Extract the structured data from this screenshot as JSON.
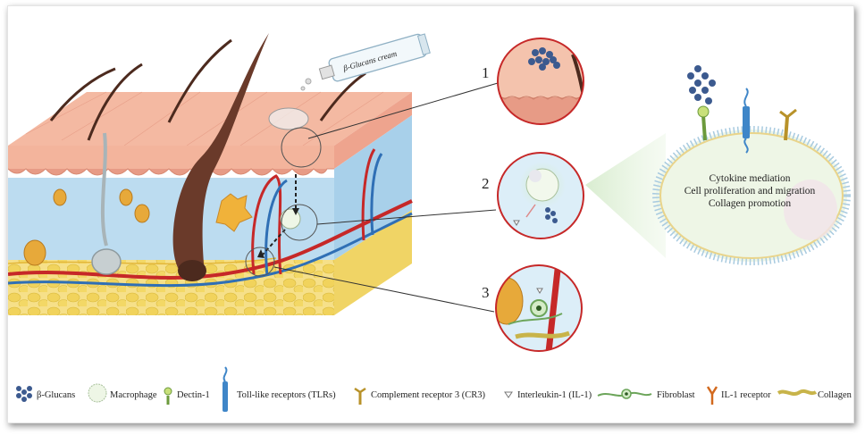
{
  "cream_label": "β-Glucans cream",
  "callouts": [
    "1",
    "2",
    "3"
  ],
  "cell_text": [
    "Cytokine mediation",
    "Cell proliferation and migration",
    "Collagen promotion"
  ],
  "legend": {
    "beta_glucans": "β-Glucans",
    "macrophage": "Macrophage",
    "dectin": "Dectin-1",
    "tlr": "Toll-like receptors (TLRs)",
    "cr3": "Complement receptor 3 (CR3)",
    "il1": "Interleukin-1 (IL-1)",
    "fibroblast": "Fibroblast",
    "il1r": "IL-1 receptor",
    "collagen": "Collagen"
  },
  "colors": {
    "epidermis": "#f4b9a2",
    "dermis": "#bcdcf0",
    "fat": "#f3dc6e",
    "artery": "#c62828",
    "vein": "#2f6fb5",
    "cell_glow": "#d4ecc7",
    "glucan": "#3c5a8f"
  }
}
